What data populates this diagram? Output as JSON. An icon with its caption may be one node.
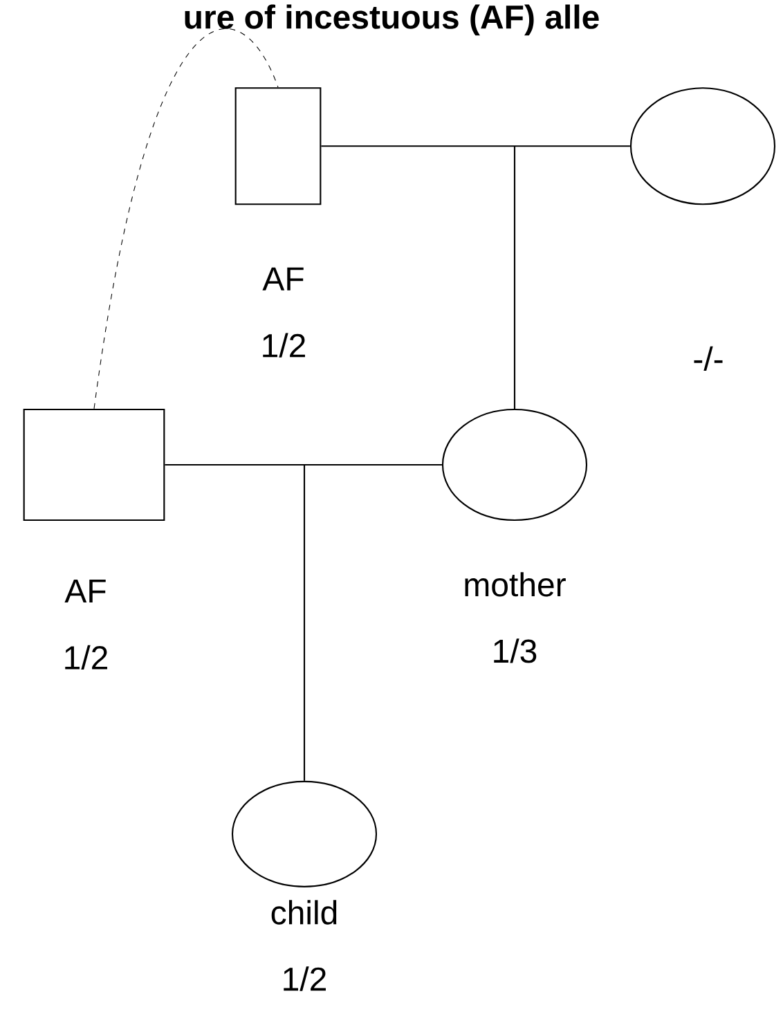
{
  "diagram": {
    "title": "ure of incestuous (AF) alle",
    "nodes": [
      {
        "text": [],
        "shape": "box",
        "beside": [
          "AF",
          "1/2"
        ]
      },
      {
        "text": [],
        "shape": "circle"
      },
      {
        "text": [],
        "shape": "box",
        "beside": [
          "AF",
          "1/2"
        ]
      },
      {
        "text": [],
        "shape": "circle",
        "beside": [
          "mother",
          "1/3"
        ]
      },
      {
        "text": [],
        "shape": "circle",
        "beside": [
          "child",
          "1/2"
        ]
      }
    ],
    "edges": [
      {
        "from": 0,
        "to": 1,
        "arrow": "none"
      },
      {
        "from": null,
        "to": 3,
        "arrow": "none"
      },
      {
        "from": 2,
        "to": 3,
        "arrow": "none"
      },
      {
        "from": null,
        "to": 4,
        "arrow": "none"
      },
      {
        "from": 2,
        "to": 0,
        "arrow": "none",
        "style": "dashed"
      }
    ],
    "labels": [
      "-/-"
    ]
  }
}
